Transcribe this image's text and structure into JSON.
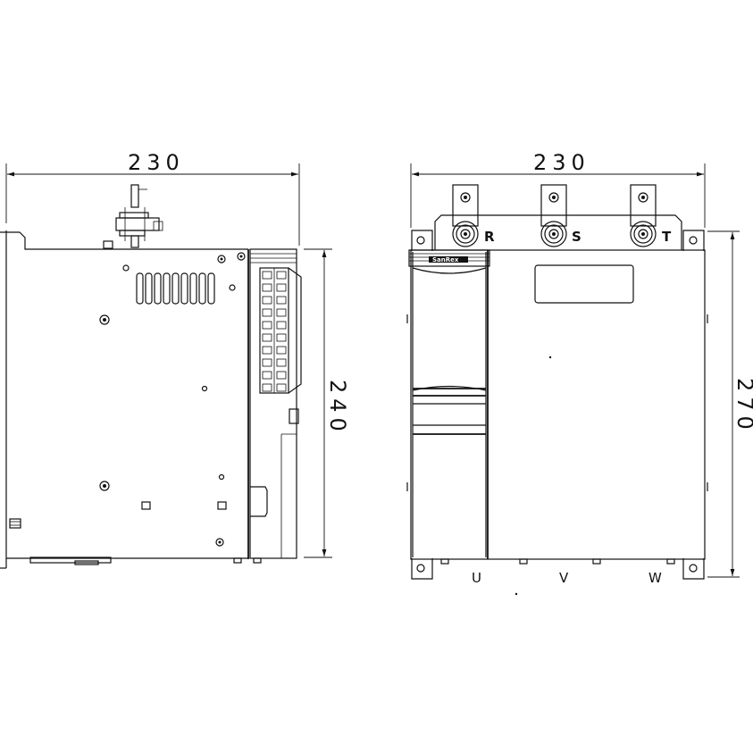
{
  "side_view": {
    "width_dim": "230",
    "height_dim": "240"
  },
  "front_view": {
    "width_dim": "230",
    "height_dim": "270",
    "input_terminals": [
      "R",
      "S",
      "T"
    ],
    "output_terminals": [
      "U",
      "V",
      "W"
    ],
    "brand": "SanRex"
  }
}
